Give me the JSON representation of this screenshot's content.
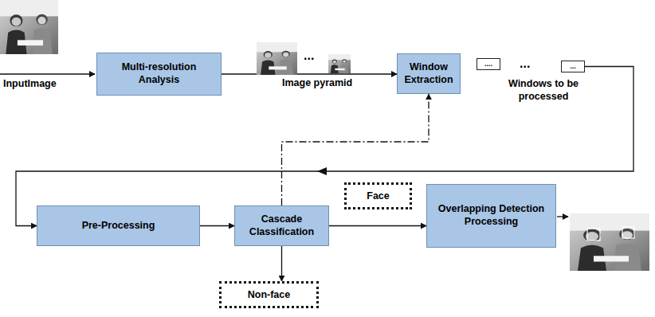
{
  "diagram": {
    "nodes": [
      {
        "text": [
          "Multi-resolution Analysis"
        ]
      },
      {
        "text": [
          "Window Extraction"
        ]
      },
      {
        "text": [
          "...."
        ]
      },
      {
        "text": [
          "..."
        ]
      },
      {
        "text": [
          "Pre-Processing"
        ]
      },
      {
        "text": [
          "Cascade Classification"
        ]
      },
      {
        "text": [
          "Face"
        ]
      },
      {
        "text": [
          "Overlapping Detection Processing"
        ]
      },
      {
        "text": [
          "Non-face"
        ]
      }
    ],
    "edges": [
      {
        "from": 0,
        "to": 1,
        "arrow": "to"
      },
      {
        "from": 3,
        "to": 4,
        "arrow": "to"
      },
      {
        "from": 4,
        "to": 5,
        "arrow": "to"
      },
      {
        "from": 5,
        "to": 7,
        "arrow": "to"
      },
      {
        "from": 5,
        "to": 8,
        "arrow": "to"
      },
      {
        "from": 5,
        "to": 1,
        "arrow": "to"
      }
    ],
    "labels": [
      "InputImage",
      "Image pyramid",
      "Windows to be processed",
      "...",
      "..."
    ]
  }
}
